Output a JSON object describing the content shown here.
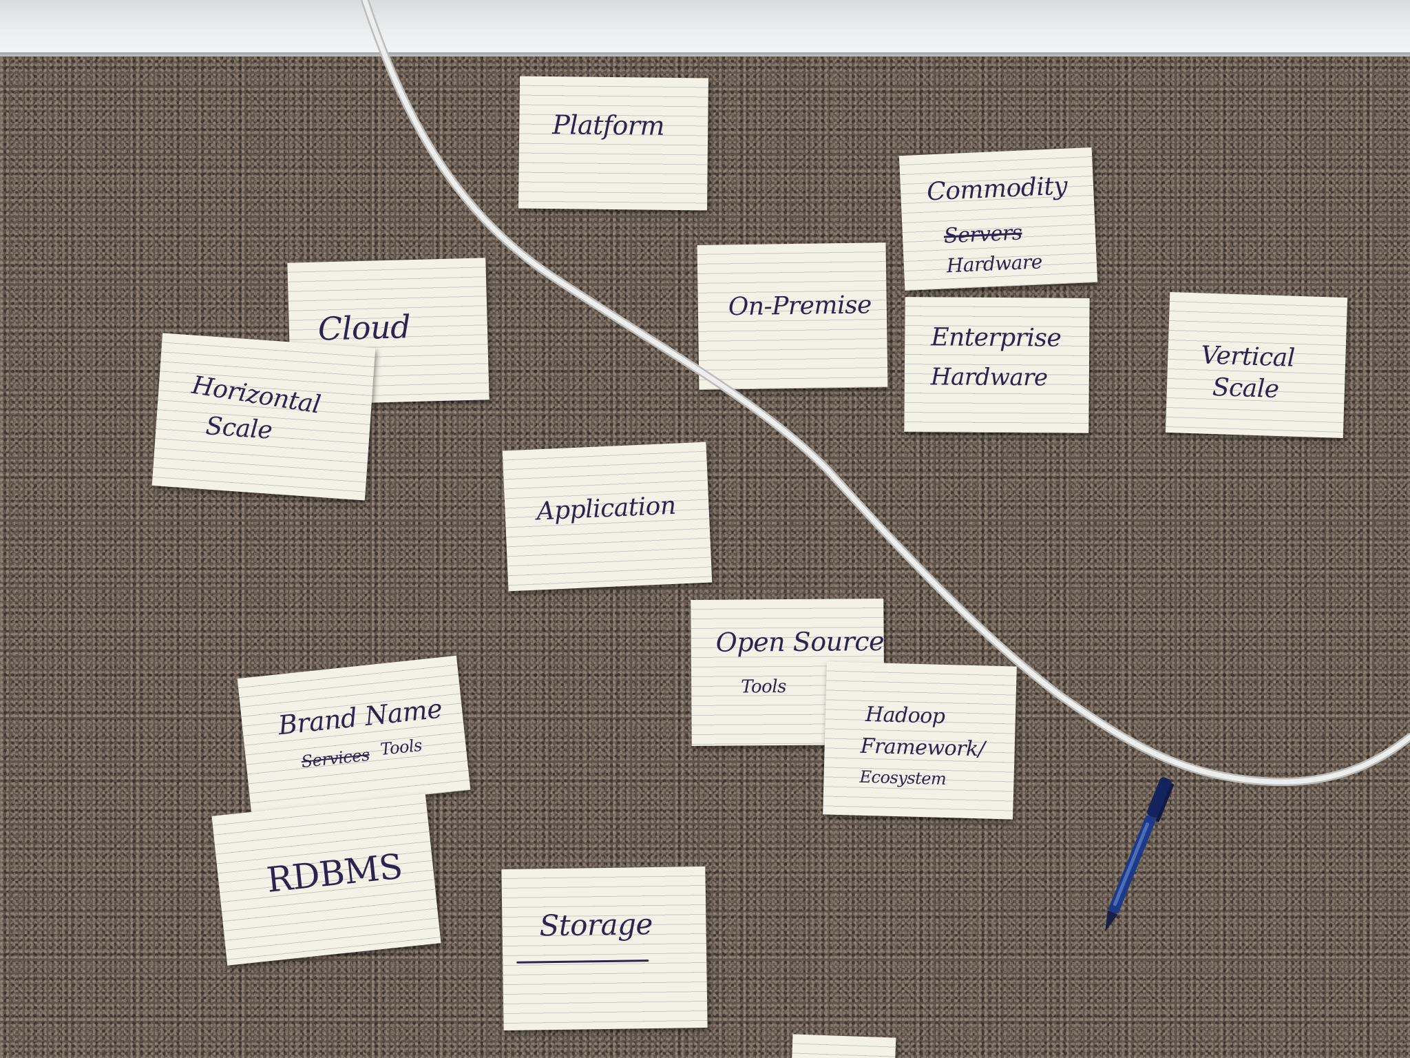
{
  "cards": {
    "platform": {
      "line1": "Platform"
    },
    "commodity": {
      "line1": "Commodity",
      "line2_struck": "Servers",
      "line3": "Hardware"
    },
    "cloud": {
      "line1": "Cloud"
    },
    "on_premise": {
      "line1": "On-Premise"
    },
    "enterprise": {
      "line1": "Enterprise",
      "line2": "Hardware"
    },
    "vertical": {
      "line1": "Vertical",
      "line2": "Scale"
    },
    "horizontal": {
      "line1": "Horizontal",
      "line2": "Scale"
    },
    "application": {
      "line1": "Application"
    },
    "open_source": {
      "line1": "Open Source",
      "line2": "Tools"
    },
    "hadoop": {
      "line1": "Hadoop",
      "line2": "Framework/",
      "line3": "Ecosystem"
    },
    "brand_name": {
      "line1": "Brand Name",
      "line2_struck": "Services",
      "line2_add": "Tools"
    },
    "rdbms": {
      "line1": "RDBMS"
    },
    "storage": {
      "line1": "Storage"
    }
  },
  "colors": {
    "carpet": "#5f544a",
    "card": "#f4f1e6",
    "ink": "#2a2550",
    "cable": "#e8e8e6",
    "pen_body": "#1d3a8a"
  },
  "objects": {
    "cable_icon": "cable",
    "pen_icon": "ballpoint-pen"
  }
}
